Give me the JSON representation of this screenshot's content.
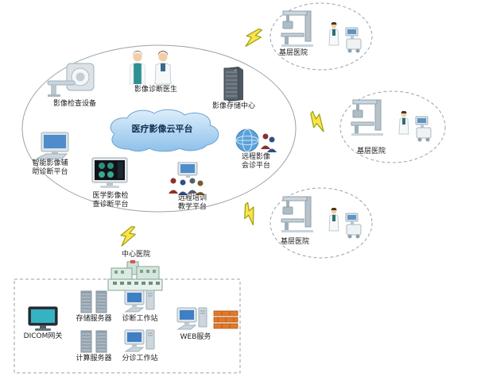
{
  "cloud": {
    "platform_label": "医疗影像云平台",
    "nodes": {
      "equipment": "影像检查设备",
      "doctors": "影像诊断医生",
      "storage": "影像存储中心",
      "ai_assist": "智能影像辅助诊断平台",
      "exam_query": "医学影像检查诊断平台",
      "training": "远程培训教学平台",
      "consult": "远程影像会诊平台"
    }
  },
  "branch_hospitals": [
    {
      "label": "基层医院"
    },
    {
      "label": "基层医院"
    },
    {
      "label": "基层医院"
    }
  ],
  "central_hospital": {
    "label": "中心医院"
  },
  "datacenter": {
    "dicom_gateway": "DICOM网关",
    "storage_server": "存储服务器",
    "compute_server": "计算服务器",
    "diagnosis_ws": "诊断工作站",
    "triage_ws": "分诊工作站",
    "web_service": "WEB服务"
  },
  "icons": {
    "ct-scanner-icon": "CT scanner",
    "doctors-icon": "two diagnosing doctors",
    "server-rack-icon": "image storage server tower",
    "monitor-keyboard-icon": "AI assist workstation monitor",
    "image-viewer-monitor-icon": "medical image viewing monitor",
    "training-audience-icon": "monitor with audience of people",
    "globe-people-icon": "globe with consulting people",
    "lightning-bolt-icon": "network link lightning bolt",
    "xray-machine-icon": "x-ray examination machine",
    "doctor-person-icon": "doctor figure",
    "ultrasound-cart-icon": "ultrasound cart",
    "hospital-building-icon": "central hospital building",
    "gateway-monitor-icon": "DICOM gateway monitor",
    "server-towers-icon": "server tower pair",
    "workstation-pc-icon": "desktop workstation",
    "firewall-icon": "firewall brick wall"
  },
  "colors": {
    "cloud_fill_top": "#ddeefb",
    "cloud_fill_bottom": "#8ec1ea",
    "cloud_stroke": "#6fa3d0",
    "boundary_stroke": "#98a2ac",
    "lightning_fill": "#ffe14d",
    "lightning_stroke": "#97a30a",
    "firewall_orange": "#e07a2a"
  }
}
